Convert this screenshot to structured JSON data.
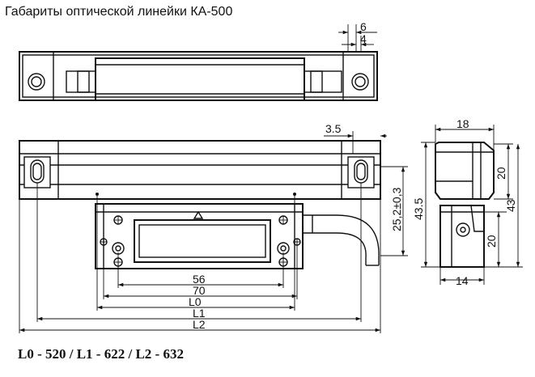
{
  "title": "Габариты оптической линейки КА-500",
  "footer": "L0 - 520 / L1 - 622 / L2 - 632",
  "dimensions": {
    "top_view_6": "6",
    "top_view_4": "4",
    "front_3_5": "3.5",
    "front_25_2": "25,2±0,3",
    "front_56": "56",
    "front_70": "70",
    "front_L0": "L0",
    "front_L1": "L1",
    "front_L2": "L2",
    "side_18": "18",
    "side_20_upper": "20",
    "side_43_5": "43.5",
    "side_43": "43",
    "side_20_lower": "20",
    "side_14": "14"
  }
}
